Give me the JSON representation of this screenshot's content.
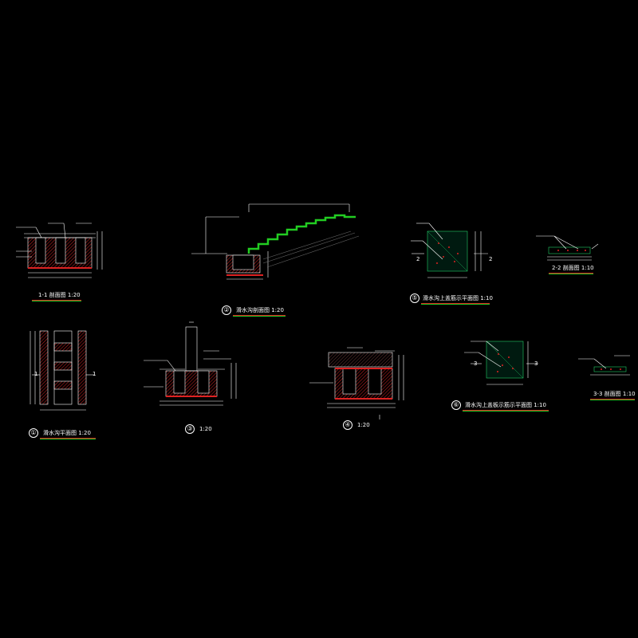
{
  "colors": {
    "background": "#000000",
    "line": "#ffffff",
    "hatch_red": "#cc2222",
    "stairs_green": "#22cc22",
    "plate_green": "#00aa66"
  },
  "drawings": [
    {
      "id": "d11",
      "title": "1-1 剖面图  1:20"
    },
    {
      "id": "d2",
      "marker": "②",
      "title": "滑水沟剖面图   1:20"
    },
    {
      "id": "d5",
      "marker": "⑤",
      "title": "滑水沟上盖筋示平面图 1:10"
    },
    {
      "id": "d22",
      "title": "2-2 剖面图  1:10"
    },
    {
      "id": "d1",
      "marker": "①",
      "title": "滑水沟平面图   1:20"
    },
    {
      "id": "d3",
      "marker": "③",
      "title": "1:20"
    },
    {
      "id": "d4",
      "marker": "④",
      "title": "1:20"
    },
    {
      "id": "d6",
      "marker": "⑥",
      "title": "滑水沟上盖板示筋示平面图  1:10"
    },
    {
      "id": "d33",
      "title": "3-3 剖面图 1:10"
    }
  ],
  "section_marks": {
    "s2_left": "2",
    "s2_right": "2",
    "s3_left": "3",
    "s3_right": "3",
    "s1_left": "1",
    "s1_right": "1"
  }
}
